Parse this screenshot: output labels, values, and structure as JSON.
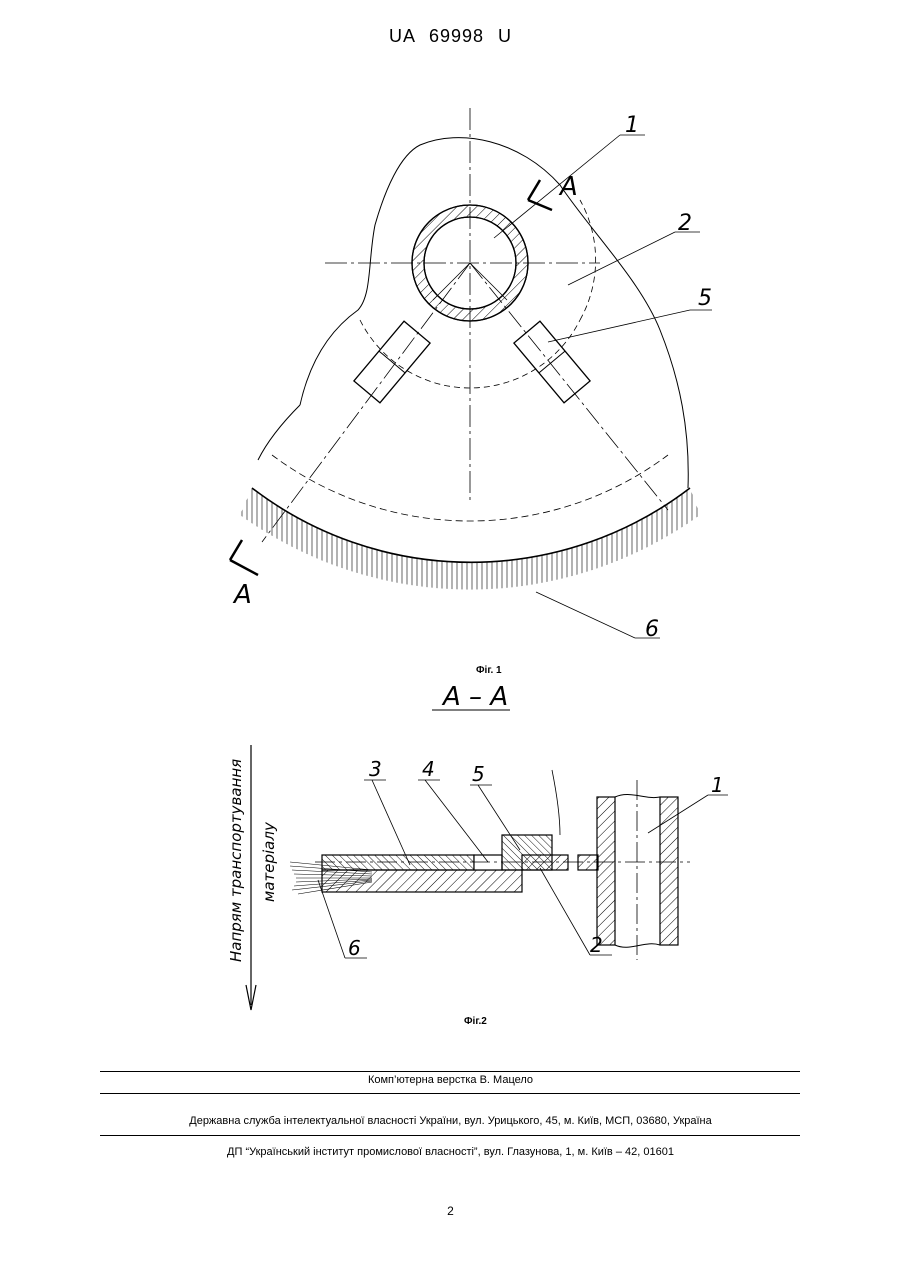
{
  "header": {
    "patent_number": "UA 69998 U"
  },
  "figure1": {
    "caption": "Фіг. 1",
    "labels": {
      "part_1": "1",
      "part_2": "2",
      "part_5": "5",
      "part_6": "6",
      "section_top": "A",
      "section_bottom": "A"
    }
  },
  "figure2": {
    "section_title": "A – A",
    "caption": "Фіг.2",
    "side_label_1": "Напрям транспортування",
    "side_label_2": "матеріалу",
    "labels": {
      "part_1": "1",
      "part_2": "2",
      "part_3": "3",
      "part_4": "4",
      "part_5": "5",
      "part_6": "6"
    }
  },
  "footer": {
    "layout_credit": "Комп’ютерна верстка В. Мацело",
    "agency": "Державна служба інтелектуальної власності України, вул. Урицького, 45, м. Київ, МСП, 03680, Україна",
    "institute": "ДП “Український інститут промислової власності”, вул. Глазунова, 1, м. Київ – 42, 01601"
  },
  "page_number": "2"
}
